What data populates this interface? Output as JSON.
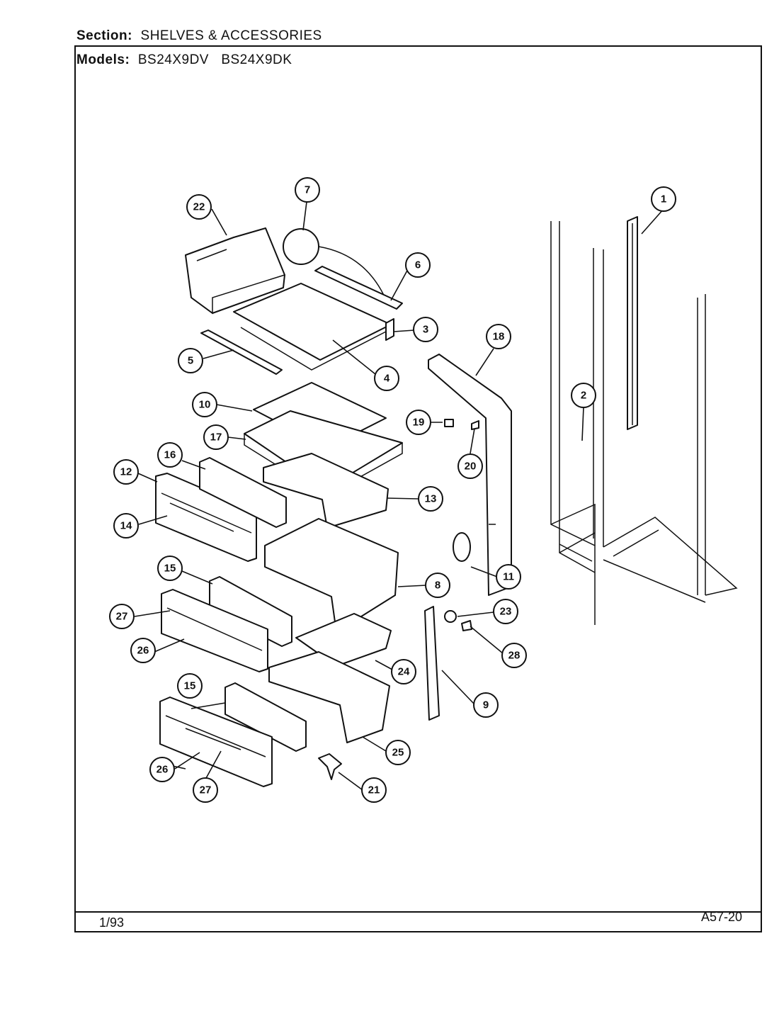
{
  "header": {
    "section_label": "Section:",
    "section_value": "SHELVES & ACCESSORIES",
    "models_label": "Models:",
    "model_1": "BS24X9DV",
    "model_2": "BS24X9DK"
  },
  "footer": {
    "date": "1/93",
    "page_code": "A57-20"
  },
  "callouts": [
    "1",
    "2",
    "3",
    "4",
    "5",
    "6",
    "7",
    "8",
    "9",
    "10",
    "11",
    "12",
    "13",
    "14",
    "15",
    "16",
    "17",
    "18",
    "19",
    "20",
    "21",
    "22",
    "23",
    "24",
    "25",
    "26",
    "27",
    "28"
  ]
}
